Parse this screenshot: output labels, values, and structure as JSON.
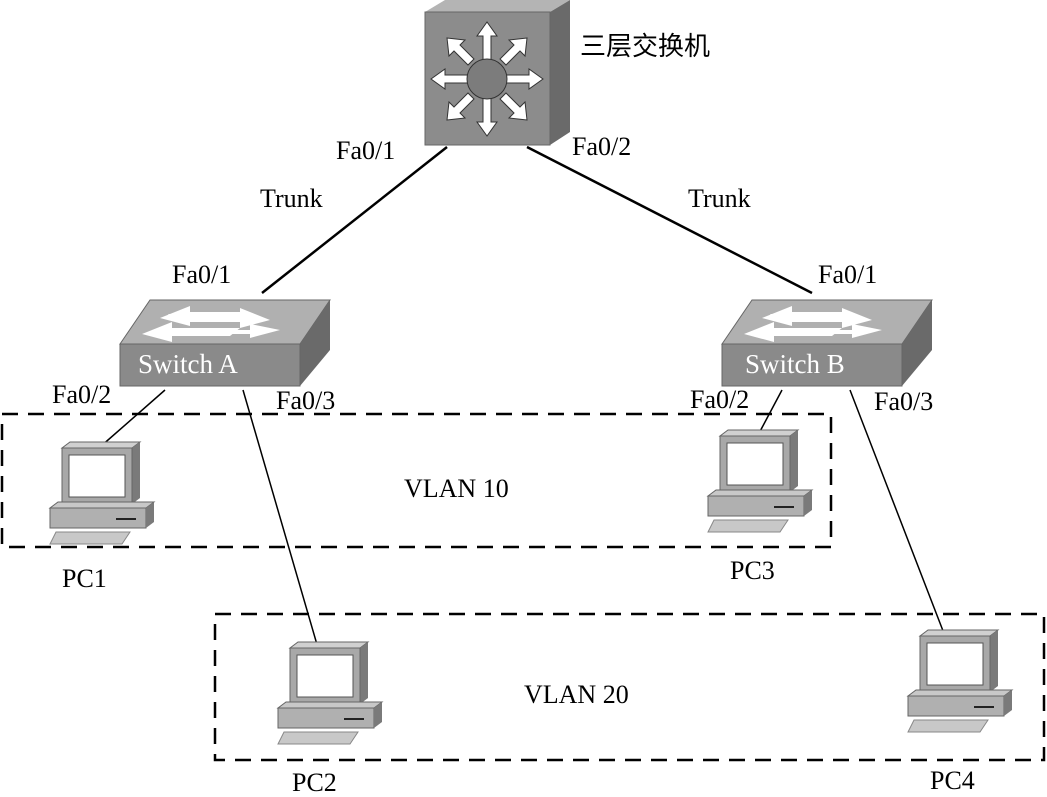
{
  "core_switch": {
    "label": "三层交换机",
    "port_left": "Fa0/1",
    "port_right": "Fa0/2"
  },
  "links": {
    "left_trunk": "Trunk",
    "right_trunk": "Trunk"
  },
  "switch_a": {
    "label": "Switch A",
    "port_up": "Fa0/1",
    "port_pc1": "Fa0/2",
    "port_pc2": "Fa0/3"
  },
  "switch_b": {
    "label": "Switch B",
    "port_up": "Fa0/1",
    "port_pc3": "Fa0/2",
    "port_pc4": "Fa0/3"
  },
  "vlans": [
    {
      "label": "VLAN  10"
    },
    {
      "label": "VLAN  20"
    }
  ],
  "pcs": [
    {
      "label": "PC1"
    },
    {
      "label": "PC2"
    },
    {
      "label": "PC3"
    },
    {
      "label": "PC4"
    }
  ],
  "colors": {
    "device_face": "#8c8c8c",
    "device_top": "#b4b4b4",
    "device_side": "#6a6a6a",
    "line": "#000000"
  }
}
